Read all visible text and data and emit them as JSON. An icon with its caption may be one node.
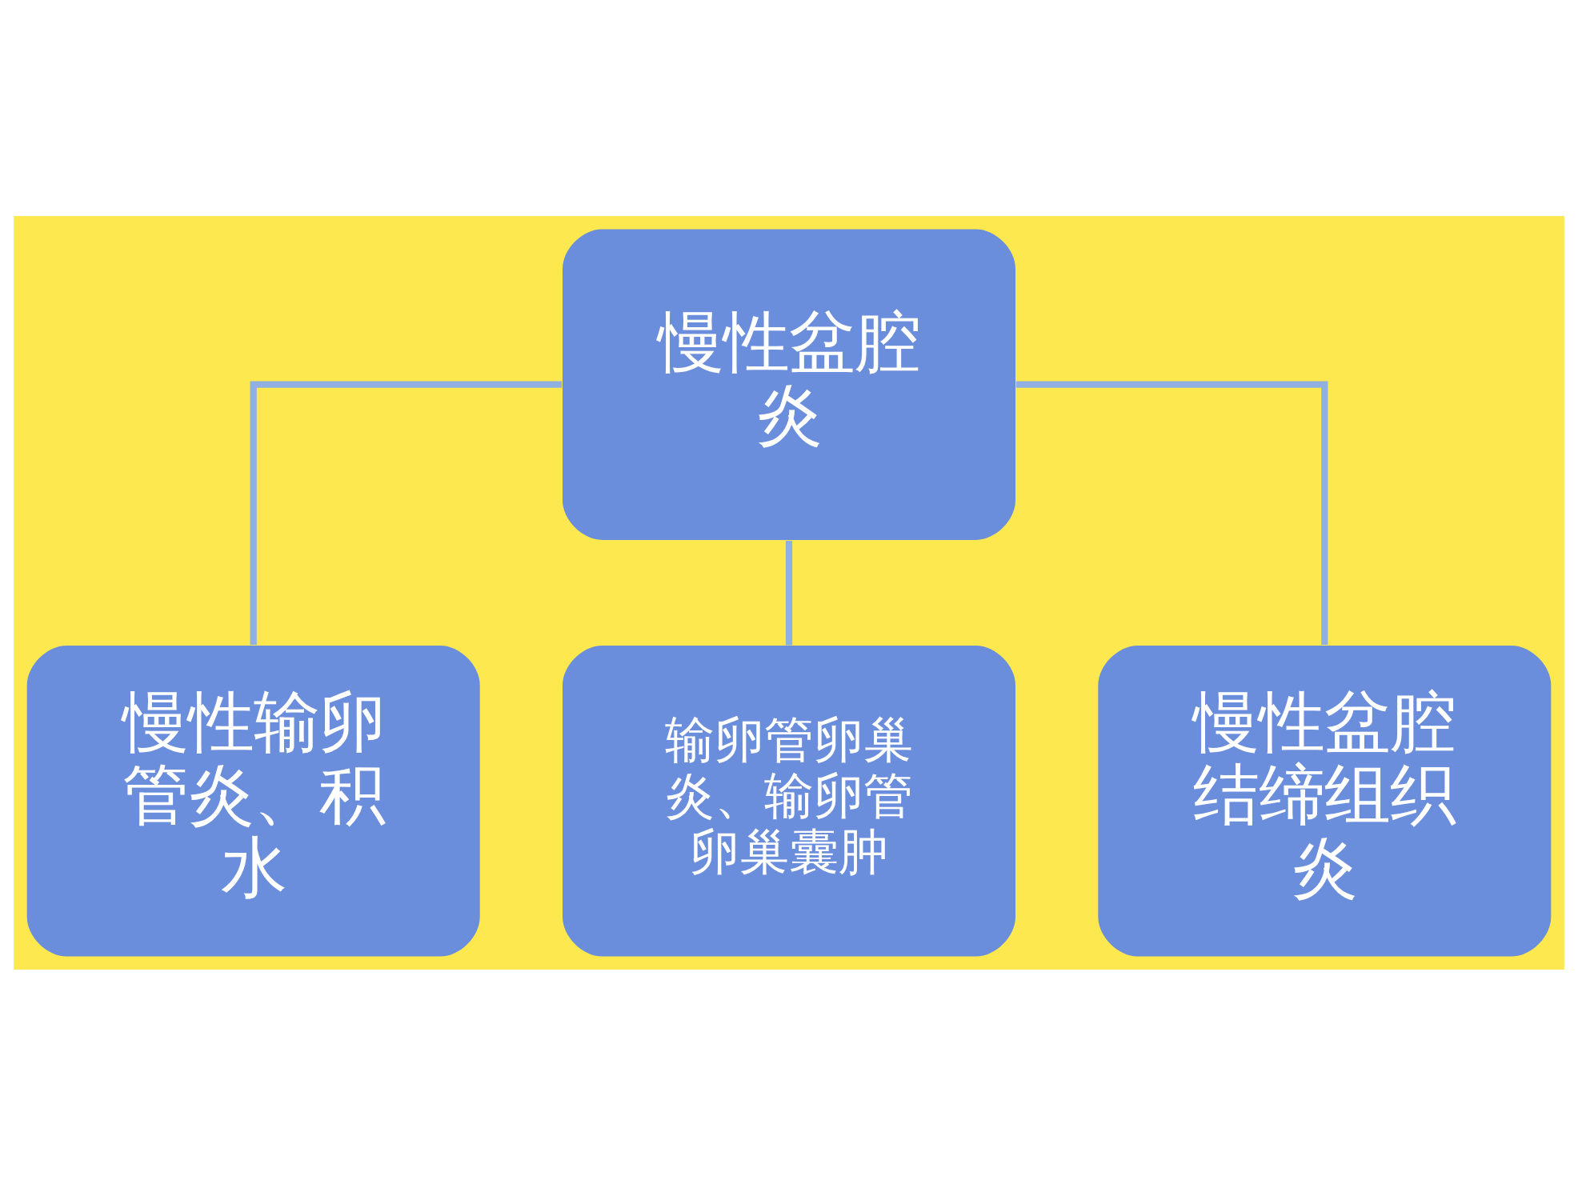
{
  "diagram": {
    "nodes": [
      {
        "text": [
          "慢性盆腔炎"
        ]
      },
      {
        "text": [
          "慢性输卵管炎、积水"
        ]
      },
      {
        "text": [
          "输卵管卵巢炎、输卵管卵巢囊肿"
        ]
      },
      {
        "text": [
          "慢性盆腔结缔组织炎"
        ]
      }
    ],
    "edges": [
      {
        "from": 0,
        "to": 1,
        "arrow": "none"
      },
      {
        "from": 0,
        "to": 2,
        "arrow": "none"
      },
      {
        "from": 0,
        "to": 3,
        "arrow": "none"
      }
    ]
  }
}
